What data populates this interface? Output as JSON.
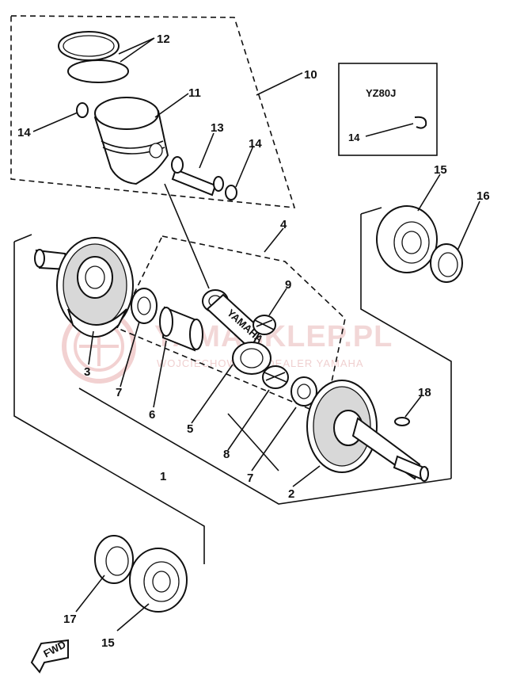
{
  "inset": {
    "model": "YZ80J",
    "part": "14"
  },
  "callouts": [
    {
      "key": "p12",
      "text": "12"
    },
    {
      "key": "p10",
      "text": "10"
    },
    {
      "key": "p11",
      "text": "11"
    },
    {
      "key": "p14a",
      "text": "14"
    },
    {
      "key": "p13",
      "text": "13"
    },
    {
      "key": "p14b",
      "text": "14"
    },
    {
      "key": "p15a",
      "text": "15"
    },
    {
      "key": "p16",
      "text": "16"
    },
    {
      "key": "p4",
      "text": "4"
    },
    {
      "key": "p9",
      "text": "9"
    },
    {
      "key": "p3",
      "text": "3"
    },
    {
      "key": "p7a",
      "text": "7"
    },
    {
      "key": "p6",
      "text": "6"
    },
    {
      "key": "p5",
      "text": "5"
    },
    {
      "key": "p8",
      "text": "8"
    },
    {
      "key": "p18",
      "text": "18"
    },
    {
      "key": "p1",
      "text": "1"
    },
    {
      "key": "p7b",
      "text": "7"
    },
    {
      "key": "p2",
      "text": "2"
    },
    {
      "key": "p17",
      "text": "17"
    },
    {
      "key": "p15b",
      "text": "15"
    }
  ],
  "rod_marking": "YAMAHA",
  "fwd_label": "FWD",
  "watermark": {
    "main": "YAMASKLEP.PL",
    "sub": "WOJCIECHOWSKI | DEALER YAMAHA"
  }
}
